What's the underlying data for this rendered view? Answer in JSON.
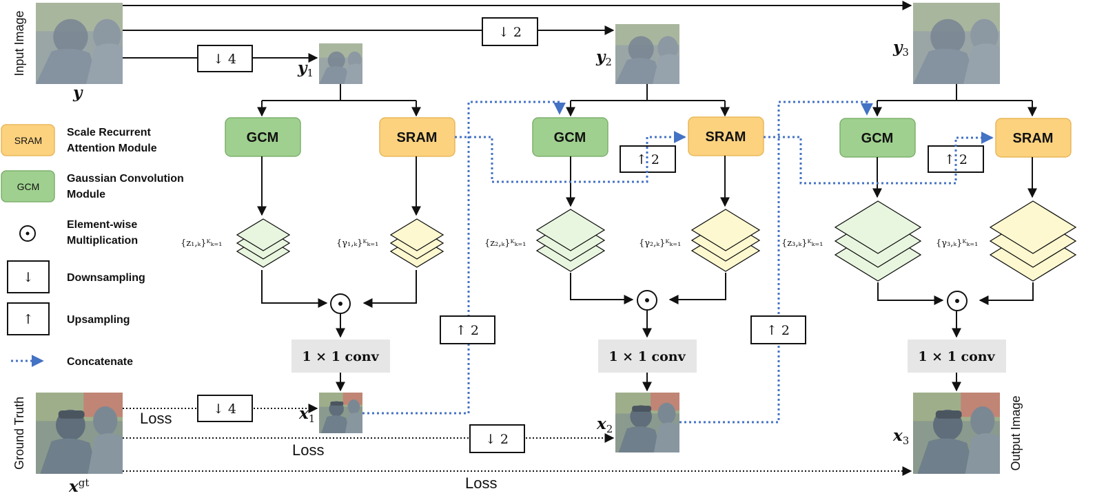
{
  "side_labels": {
    "input": "Input Image",
    "ground_truth": "Ground Truth",
    "output": "Output Image"
  },
  "variables": {
    "y": "y",
    "y1": "y",
    "y1_sub": "1",
    "y2": "y",
    "y2_sub": "2",
    "y3": "y",
    "y3_sub": "3",
    "x1": "x",
    "x1_sub": "1",
    "x2": "x",
    "x2_sub": "2",
    "x3": "x",
    "x3_sub": "3",
    "xgt": "x",
    "xgt_sup": "gt"
  },
  "ops": {
    "down4": "↓ 4",
    "down2": "↓ 2",
    "up2": "↑ 2",
    "odot": "⊙",
    "conv": "1 × 1 conv"
  },
  "modules": {
    "gcm": "GCM",
    "sram": "SRAM"
  },
  "sets": {
    "z1": "{z₁,ₖ}ᴷₖ₌₁",
    "g1": "{γ₁,ₖ}ᴷₖ₌₁",
    "z2": "{z₂,ₖ}ᴷₖ₌₁",
    "g2": "{γ₂,ₖ}ᴷₖ₌₁",
    "z3": "{z₃,ₖ}ᴷₖ₌₁",
    "g3": "{γ₃,ₖ}ᴷₖ₌₁"
  },
  "loss": "Loss",
  "legend": {
    "sram_tag": "SRAM",
    "sram_l1": "Scale Recurrent",
    "sram_l2": "Attention Module",
    "gcm_tag": "GCM",
    "gcm_l1": "Gaussian Convolution",
    "gcm_l2": "Module",
    "odot_l1": "Element-wise",
    "odot_l2": "Multiplication",
    "down_sym": "↓",
    "down": "Downsampling",
    "up_sym": "↑",
    "up": "Upsampling",
    "concat": "Concatenate"
  },
  "colors": {
    "gcm_fill": "#9fd08f",
    "sram_fill": "#fcd27f",
    "concat_line": "#4472c4",
    "green_layer": "#e8f6df",
    "yellow_layer": "#fdf8cf",
    "conv_fill": "#e6e6e6"
  }
}
